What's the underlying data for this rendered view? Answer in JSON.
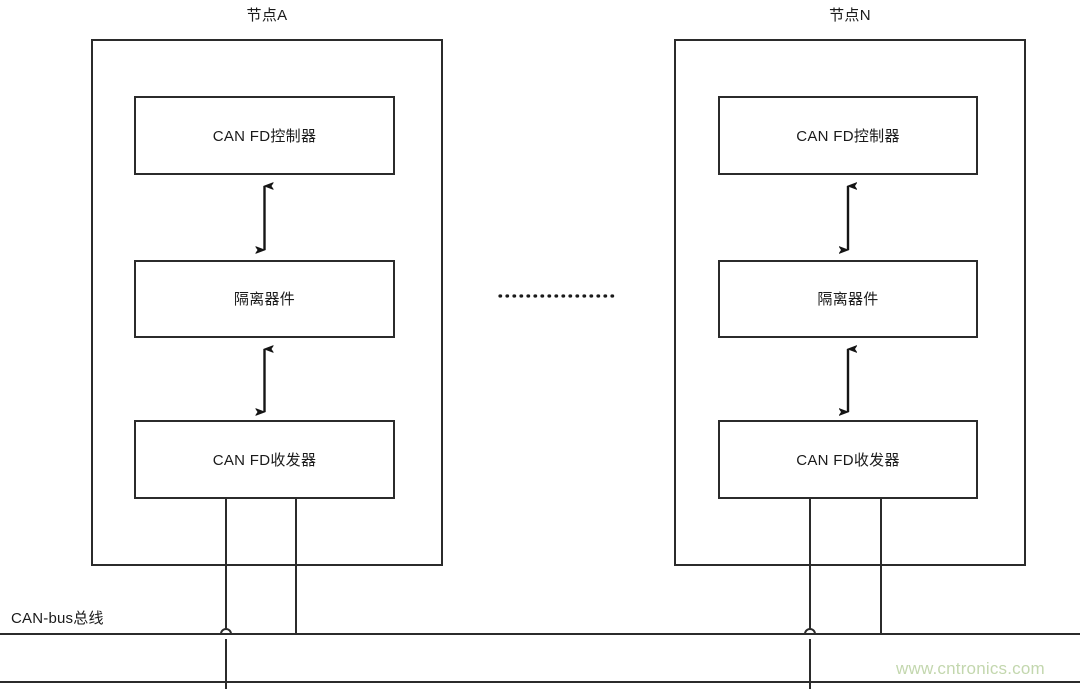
{
  "diagram": {
    "title_hidden": "",
    "background_color": "#ffffff",
    "line_color": "#2b2b2b",
    "text_color": "#1a1a1a",
    "nodes": [
      {
        "id": "node-a",
        "title": "节点A",
        "blocks": [
          {
            "id": "controller",
            "label": "CAN FD控制器"
          },
          {
            "id": "isolator",
            "label": "隔离器件"
          },
          {
            "id": "transceiver",
            "label": "CAN FD收发器"
          }
        ]
      },
      {
        "id": "node-n",
        "title": "节点N",
        "blocks": [
          {
            "id": "controller",
            "label": "CAN FD控制器"
          },
          {
            "id": "isolator",
            "label": "隔离器件"
          },
          {
            "id": "transceiver",
            "label": "CAN FD收发器"
          }
        ]
      }
    ],
    "ellipsis": "·····················",
    "bus": {
      "label": "CAN-bus总线",
      "lines": 2
    },
    "watermark": {
      "text": "www.cntronics.com",
      "color": "#c3d7ae"
    }
  }
}
